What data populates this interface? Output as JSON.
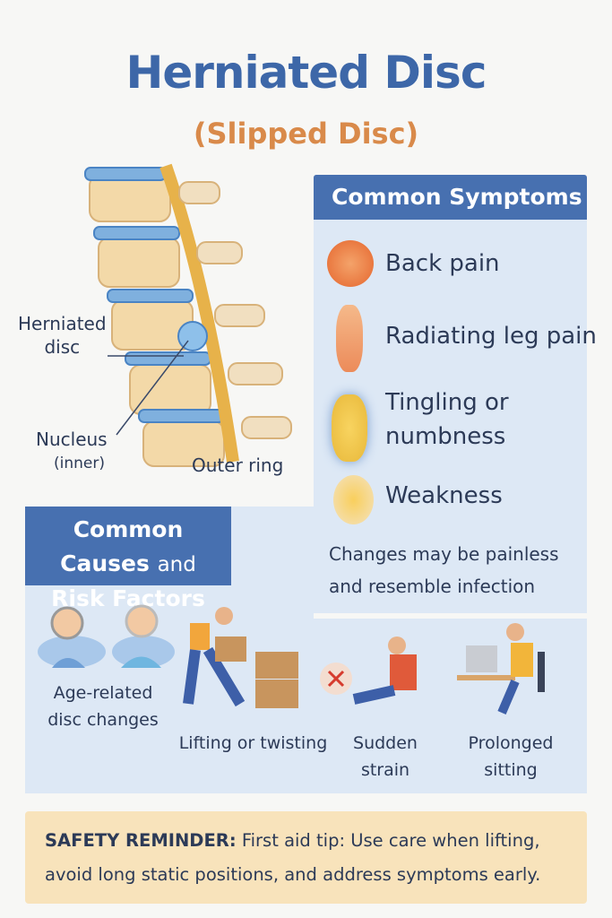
{
  "title": "Herniated Disc",
  "subtitle": "(Slipped Disc)",
  "diagram": {
    "labels": {
      "herniated_disc": [
        "Herniated",
        "disc"
      ],
      "nucleus": "Nucleus",
      "nucleus_sub": "(inner)",
      "outer_ring": "Outer ring"
    }
  },
  "symptoms": {
    "heading": "Common Symptoms",
    "items": [
      {
        "label": "Back pain",
        "icon": "back-pain-icon"
      },
      {
        "label": "Radiating leg pain",
        "icon": "leg-pain-icon"
      },
      {
        "label_lines": [
          "Tingling or",
          "numbness"
        ],
        "icon": "foot-tingling-icon"
      },
      {
        "label": "Weakness",
        "icon": "hand-weakness-icon"
      }
    ],
    "note": [
      "Changes may be painless",
      "and resemble infection"
    ]
  },
  "causes": {
    "heading_bold": "Common Causes",
    "heading_small": "and",
    "heading_line2": "Risk Factors",
    "items": [
      {
        "label_lines": [
          "Age-related",
          "disc changes"
        ],
        "icon": "elderly-people-icon"
      },
      {
        "label_lines": [
          "Lifting or twisting"
        ],
        "icon": "lifting-boxes-icon"
      },
      {
        "label_lines": [
          "Sudden",
          "strain"
        ],
        "icon": "sudden-strain-icon"
      },
      {
        "label_lines": [
          "Prolonged sitting"
        ],
        "icon": "desk-sitting-icon"
      }
    ]
  },
  "safety": {
    "prefix": "SAFETY REMINDER:",
    "text": "First aid tip: Use care when lifting, avoid long static positions, and address symptoms early."
  },
  "colors": {
    "title": "#3d67a8",
    "subtitle": "#d98a4a",
    "header": "#4770b0",
    "panel": "#dde8f5",
    "safety_bg": "#f8e3bb"
  }
}
